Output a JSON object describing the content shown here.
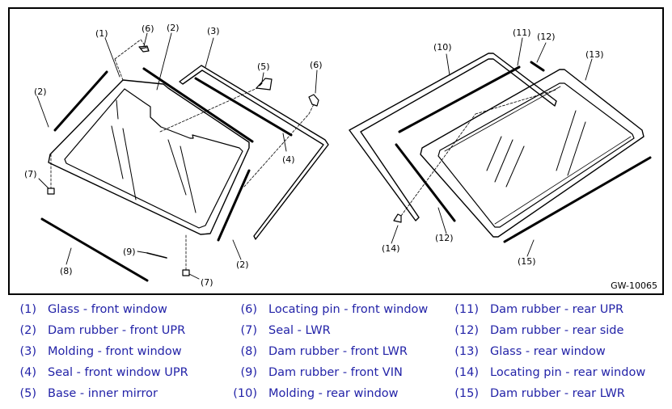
{
  "figure": {
    "code": "GW-10065",
    "callouts": {
      "c1": "(1)",
      "c2a": "(2)",
      "c2b": "(2)",
      "c2c": "(2)",
      "c3": "(3)",
      "c4": "(4)",
      "c5": "(5)",
      "c6a": "(6)",
      "c6b": "(6)",
      "c7a": "(7)",
      "c7b": "(7)",
      "c8": "(8)",
      "c9": "(9)",
      "c10": "(10)",
      "c11": "(11)",
      "c12a": "(12)",
      "c12b": "(12)",
      "c13": "(13)",
      "c14": "(14)",
      "c15": "(15)"
    }
  },
  "legend": {
    "columns": [
      [
        {
          "num": "(1)",
          "label": "Glass - front window"
        },
        {
          "num": "(2)",
          "label": "Dam rubber - front UPR"
        },
        {
          "num": "(3)",
          "label": "Molding - front window"
        },
        {
          "num": "(4)",
          "label": "Seal - front window UPR"
        },
        {
          "num": "(5)",
          "label": "Base - inner mirror"
        }
      ],
      [
        {
          "num": "(6)",
          "label": "Locating pin - front window"
        },
        {
          "num": "(7)",
          "label": "Seal - LWR"
        },
        {
          "num": "(8)",
          "label": "Dam rubber - front LWR"
        },
        {
          "num": "(9)",
          "label": "Dam rubber - front VIN"
        },
        {
          "num": "(10)",
          "label": "Molding - rear window"
        }
      ],
      [
        {
          "num": "(11)",
          "label": "Dam rubber - rear UPR"
        },
        {
          "num": "(12)",
          "label": "Dam rubber - rear side"
        },
        {
          "num": "(13)",
          "label": "Glass - rear window"
        },
        {
          "num": "(14)",
          "label": "Locating pin - rear window"
        },
        {
          "num": "(15)",
          "label": "Dam rubber - rear LWR"
        }
      ]
    ]
  }
}
